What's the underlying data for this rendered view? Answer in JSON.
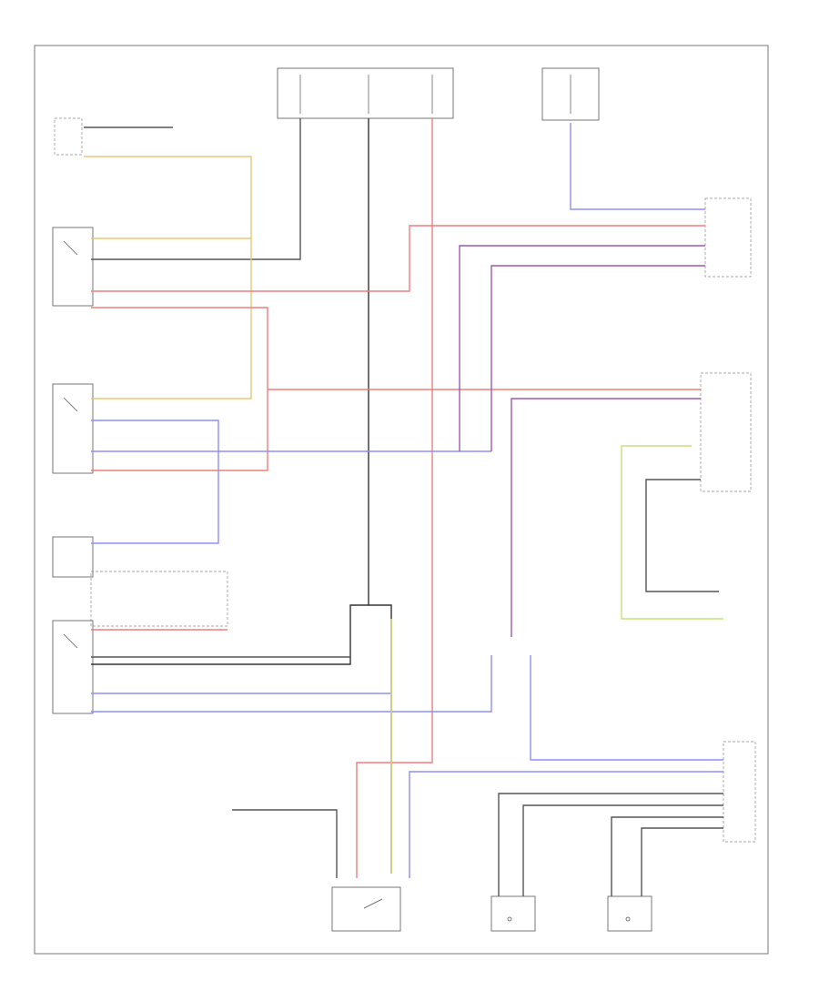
{
  "diagram": {
    "footer_code": "",
    "colors": {
      "red": "#f07d7d",
      "blue": "#8f8ff3",
      "purple": "#9a5aa8",
      "yellow": "#e8c878",
      "yellow_green": "#d6df7a",
      "green_yellow": "#c6e07c",
      "gray": "#555555",
      "dark": "#333333"
    },
    "components": [
      {
        "id": "fuse-box",
        "label": ""
      },
      {
        "id": "ignition-relay",
        "label": ""
      },
      {
        "id": "driver-door-switch",
        "label": ""
      },
      {
        "id": "driver-door-lock-actuator",
        "label": ""
      },
      {
        "id": "passenger-door-lock-actuator",
        "label": ""
      },
      {
        "id": "passenger-key-switch",
        "label": ""
      },
      {
        "id": "door-lock-control-module",
        "label": ""
      },
      {
        "id": "rear-door-actuator",
        "label": ""
      },
      {
        "id": "body-control-module",
        "label": ""
      },
      {
        "id": "keyless-entry-module",
        "label": ""
      }
    ],
    "wire_labels": []
  }
}
